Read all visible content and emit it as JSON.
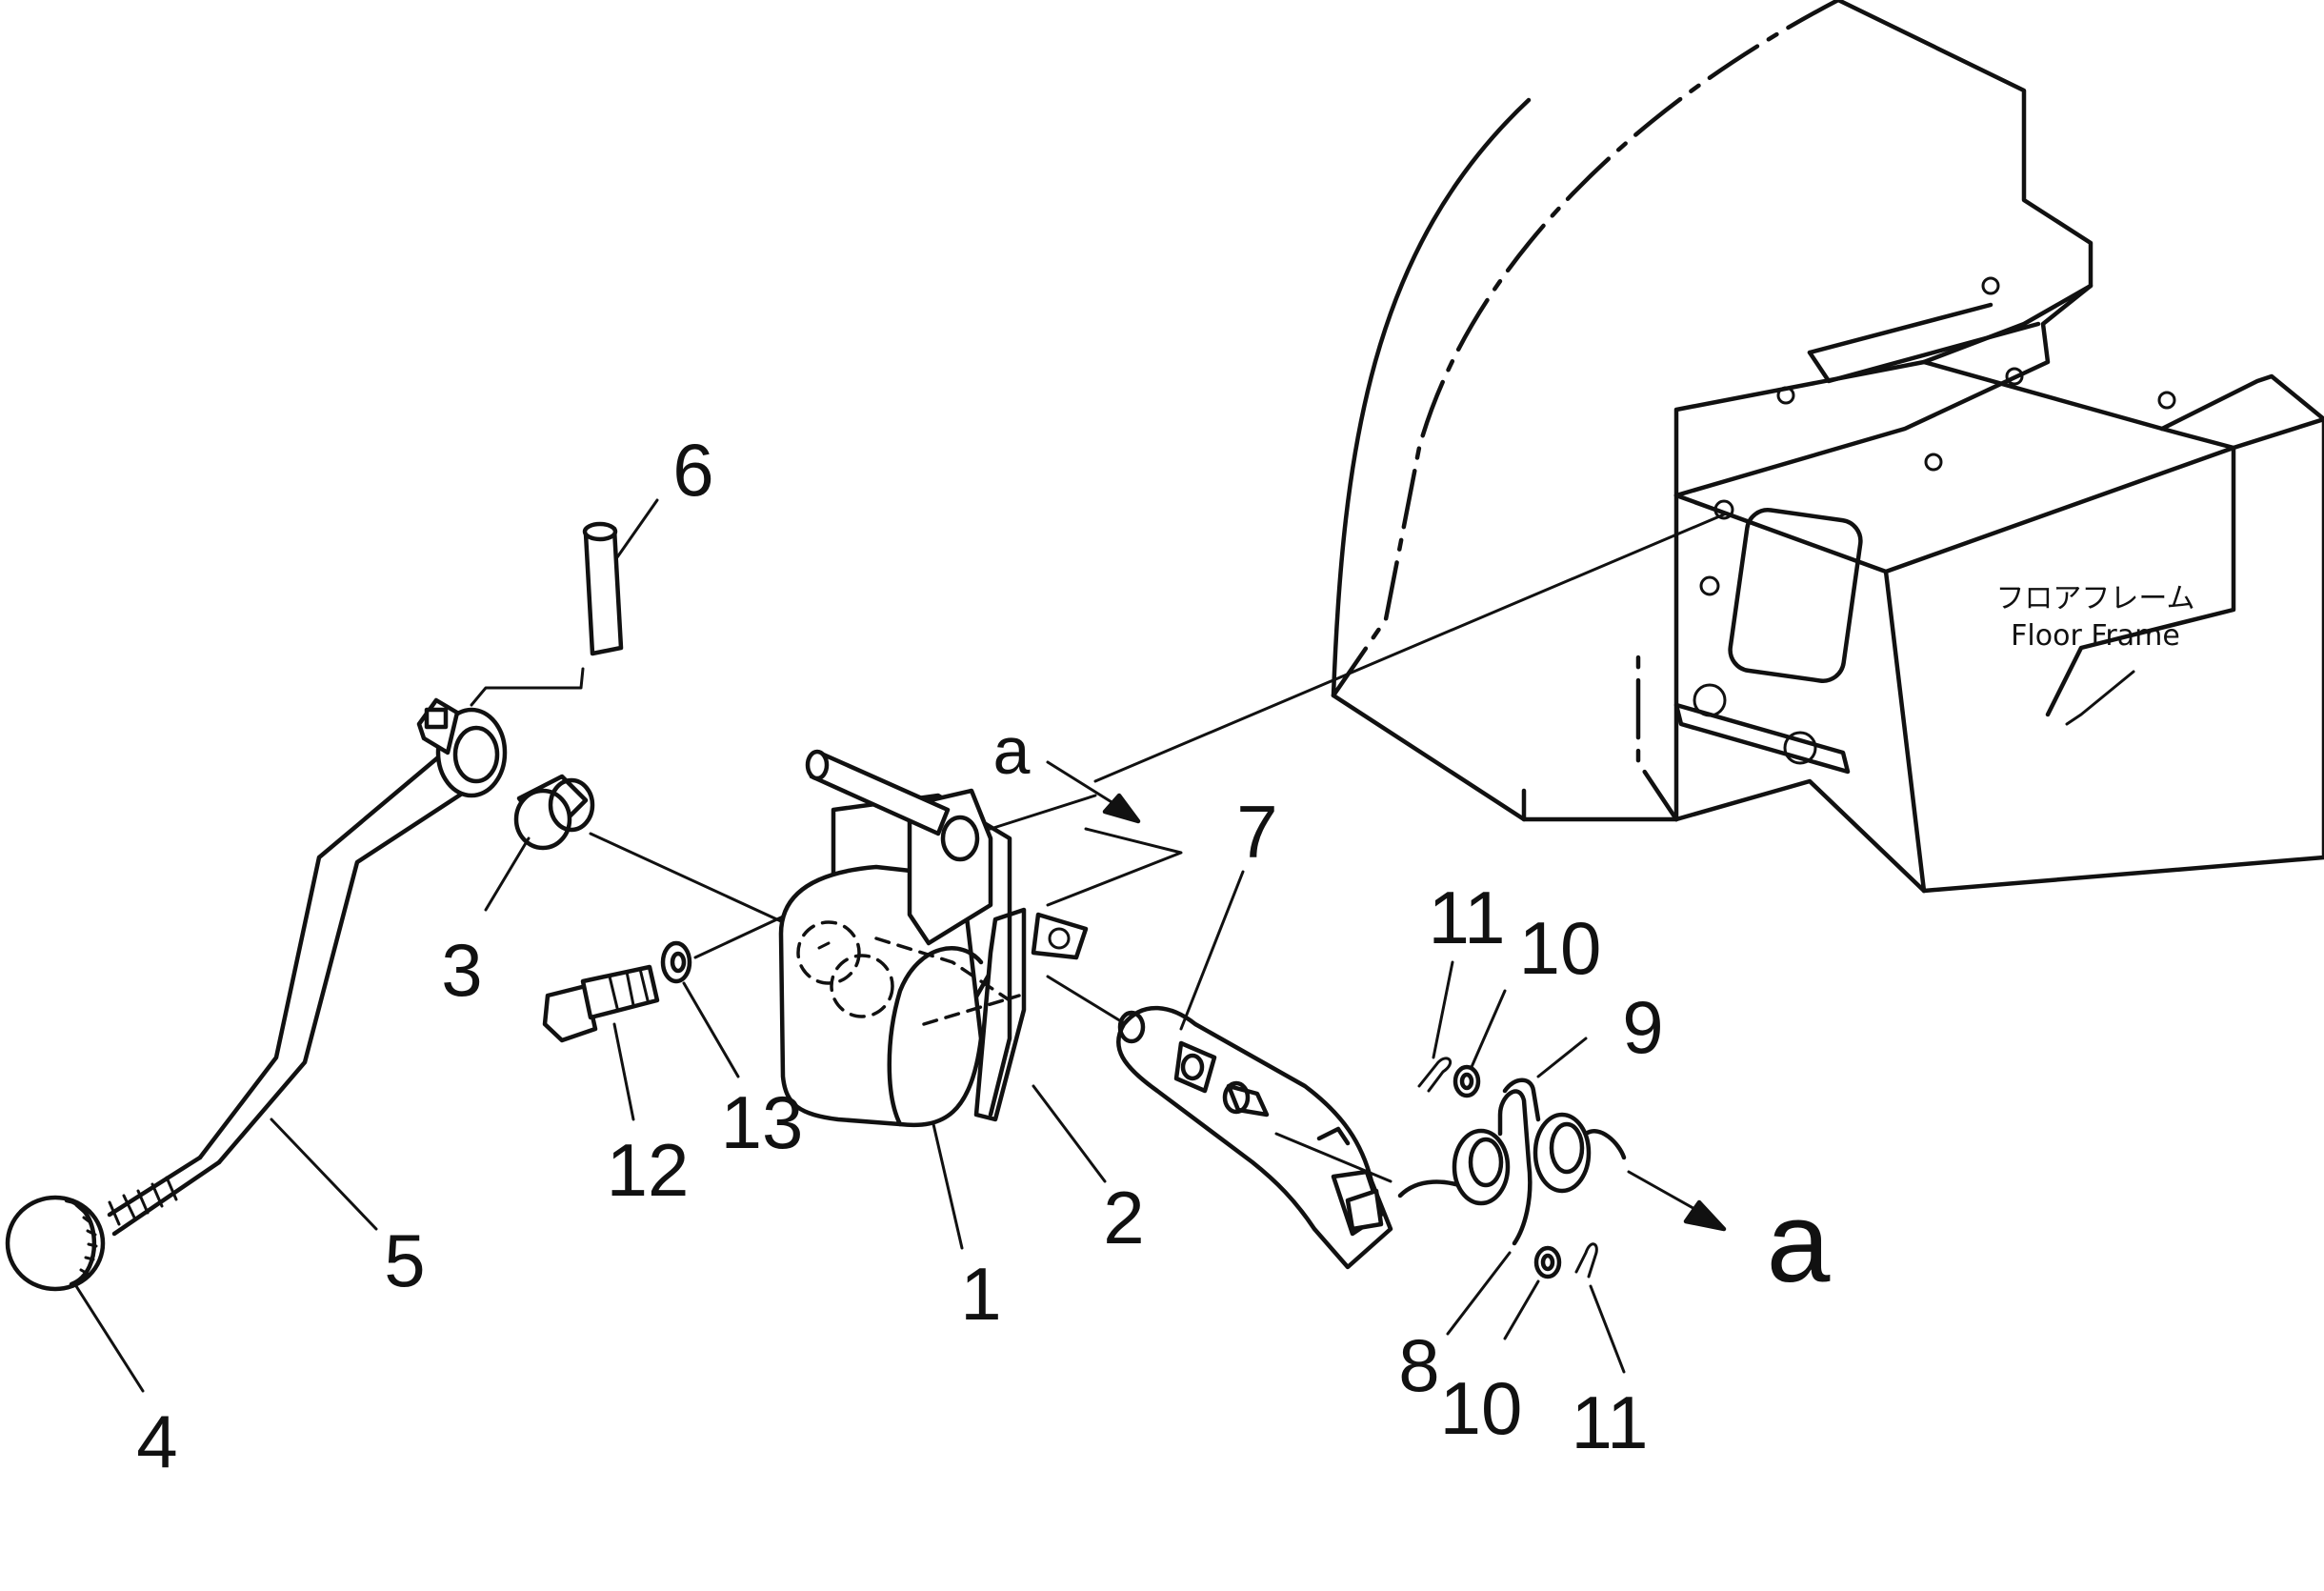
{
  "labels": {
    "p1": "1",
    "p2": "2",
    "p3": "3",
    "p4": "4",
    "p5": "5",
    "p6": "6",
    "p7": "7",
    "p8": "8",
    "p9": "9",
    "p10a": "10",
    "p10b": "10",
    "p11a": "11",
    "p11b": "11",
    "p12": "12",
    "p13": "13",
    "view_a_top": "a",
    "view_a_right": "a"
  },
  "floor_frame": {
    "label_jp": "フロアフレーム",
    "label_en": "Floor  Frame"
  }
}
